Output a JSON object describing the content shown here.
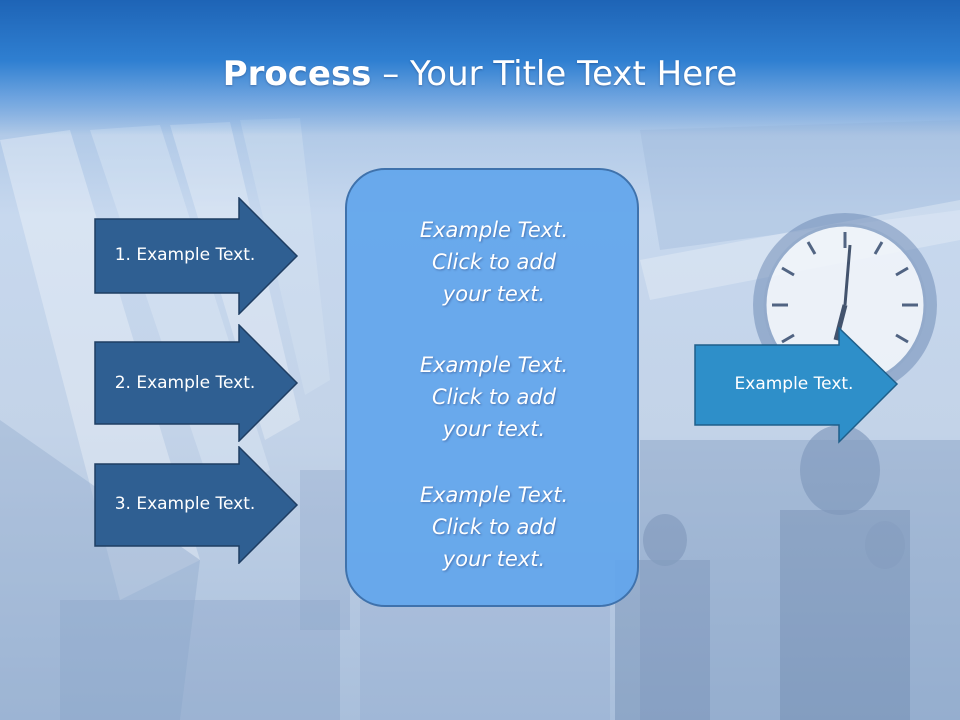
{
  "slide": {
    "title_bold": "Process",
    "title_rest": " – Your Title Text Here",
    "process_steps": [
      {
        "label": "1. Example Text."
      },
      {
        "label": "2. Example Text."
      },
      {
        "label": "3. Example Text."
      }
    ],
    "center_box": {
      "paragraphs": [
        {
          "line1": "Example Text.",
          "line2": "Click  to add",
          "line3": "your text."
        },
        {
          "line1": "Example Text.",
          "line2": "Click  to add",
          "line3": "your text."
        },
        {
          "line1": "Example Text.",
          "line2": "Click  to add",
          "line3": "your text."
        }
      ]
    },
    "output_arrow": {
      "label": "Example Text."
    }
  },
  "colors": {
    "step_arrow_fill": "#2f5f92",
    "output_arrow_fill": "#2e8fc9",
    "center_box_fill": "#62a6ec",
    "title_bar": "#1e64b6"
  },
  "icons": {
    "background": "airport-terminal-photo",
    "clock": "wall-clock-icon"
  }
}
